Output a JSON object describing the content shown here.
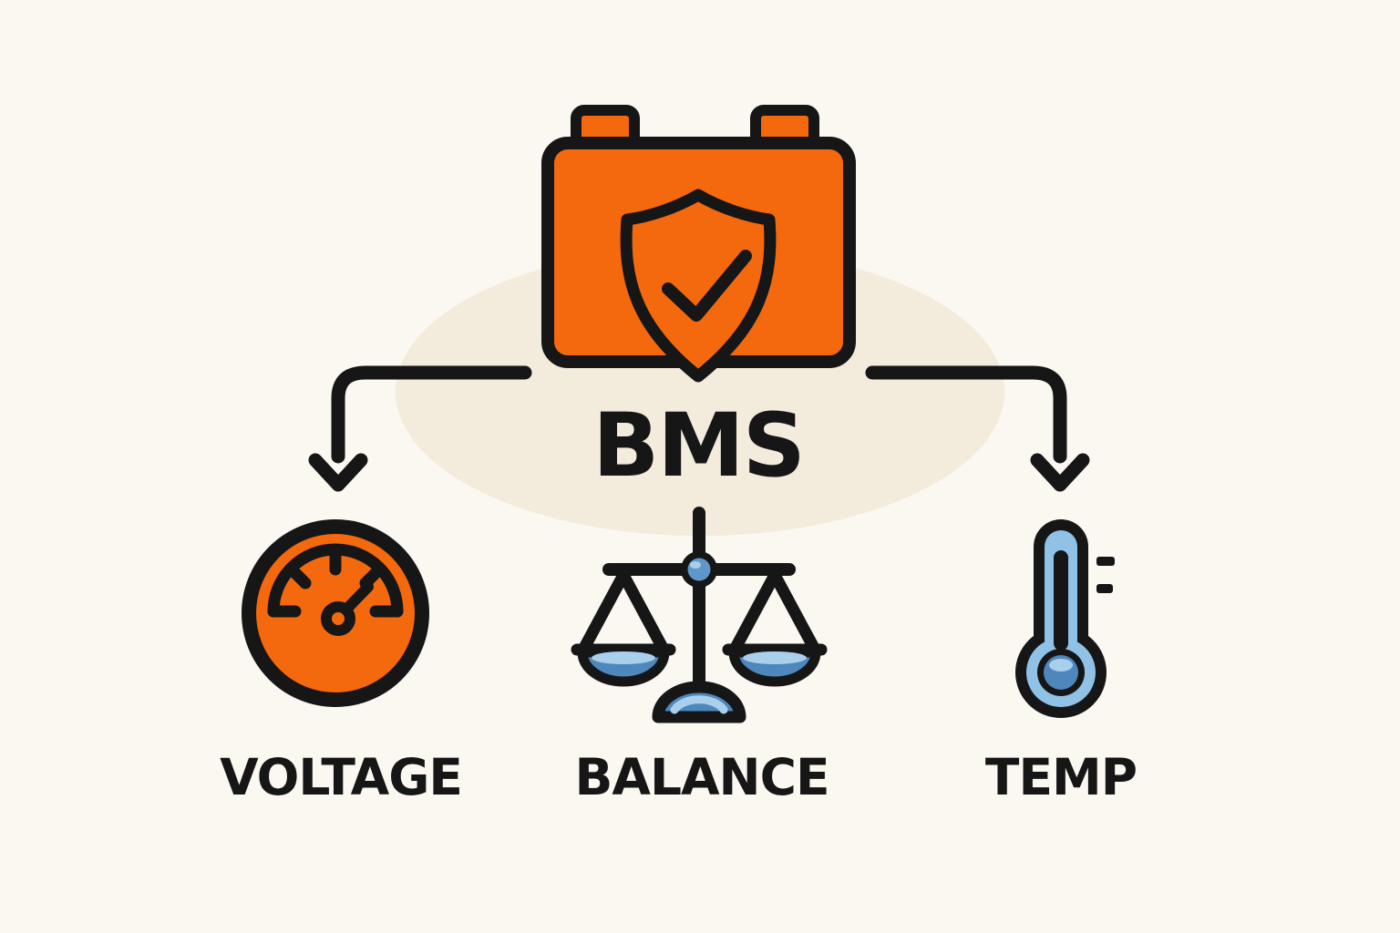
{
  "diagram": {
    "title": "BMS",
    "center_icon": "battery-shield-check",
    "branches": [
      {
        "label": "VOLTAGE",
        "icon": "gauge-icon"
      },
      {
        "label": "BALANCE",
        "icon": "balance-scale-icon"
      },
      {
        "label": "TEMP",
        "icon": "thermometer-icon"
      }
    ]
  },
  "colors": {
    "background": "#FBF8F1",
    "backdrop_ellipse": "#F3EBDB",
    "orange": "#F4690E",
    "ink": "#161616",
    "blue": "#4D87BC",
    "blue_light": "#8FC2E6",
    "blue_highlight": "#A9CFEC",
    "pivot_blue": "#5F97CB"
  }
}
